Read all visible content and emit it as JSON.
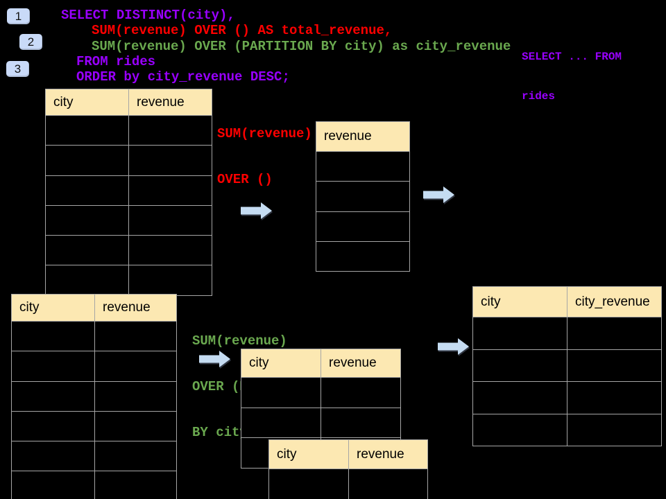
{
  "colors": {
    "background": "#000000",
    "purple": "#9900ff",
    "red": "#ff0000",
    "green": "#6aa84f",
    "table_header_bg": "#fce8b2",
    "table_border": "#a6a6a6",
    "badge_bg": "#c9daf8",
    "arrow_fill": "#c5dcf2"
  },
  "badges": [
    {
      "label": "1"
    },
    {
      "label": "2"
    },
    {
      "label": "3"
    }
  ],
  "sql": {
    "main_lines": [
      {
        "text": "SELECT DISTINCT(city),",
        "color": "purple"
      },
      {
        "text": "SUM(revenue) OVER () AS total_revenue,",
        "color": "red"
      },
      {
        "text": "SUM(revenue) OVER (PARTITION BY city) as city_revenue",
        "color": "green"
      },
      {
        "text": "FROM rides",
        "color": "purple"
      },
      {
        "text": "ORDER by city_revenue DESC;",
        "color": "purple"
      }
    ],
    "side_snippet": {
      "lines": [
        "SELECT ... FROM",
        "rides"
      ],
      "color": "purple"
    }
  },
  "annotations": {
    "total_window": {
      "lines": [
        "SUM(revenue)",
        "OVER ()"
      ],
      "color": "red"
    },
    "partition_window": {
      "lines": [
        "SUM(revenue)",
        "OVER (PARTITION",
        "BY city)"
      ],
      "color": "green"
    }
  },
  "tables": {
    "source_top": {
      "headers": [
        "city",
        "revenue"
      ],
      "row_count": 6
    },
    "total_result": {
      "headers": [
        "revenue"
      ],
      "row_count": 4
    },
    "source_bottom": {
      "headers": [
        "city",
        "revenue"
      ],
      "row_count": 6
    },
    "partition_step": {
      "headers": [
        "city",
        "revenue"
      ],
      "row_count": 3
    },
    "partition_overlap": {
      "headers": [
        "city",
        "revenue"
      ],
      "row_count": 1
    },
    "city_revenue_result": {
      "headers": [
        "city",
        "city_revenue"
      ],
      "row_count": 4
    }
  },
  "icons": {
    "flow_arrow": "right-block-arrow"
  }
}
